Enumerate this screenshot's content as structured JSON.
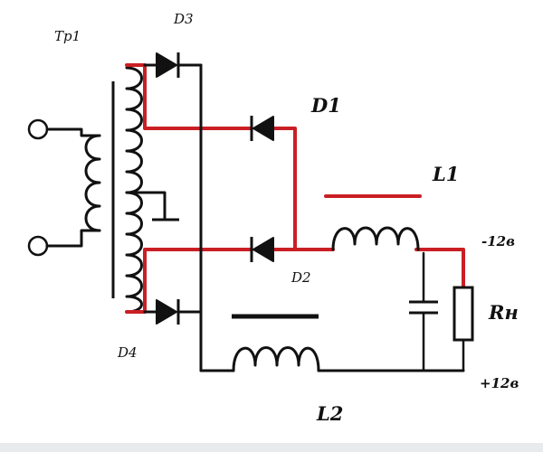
{
  "labels": {
    "transformer": "Tp1",
    "d1": "D1",
    "d2": "D2",
    "d3": "D3",
    "d4": "D4",
    "l1": "L1",
    "l2": "L2",
    "load": "Rн",
    "out_negative": "-12в",
    "out_positive": "+12в"
  },
  "colors": {
    "active_path": "#c91f24",
    "wire": "#111111"
  }
}
